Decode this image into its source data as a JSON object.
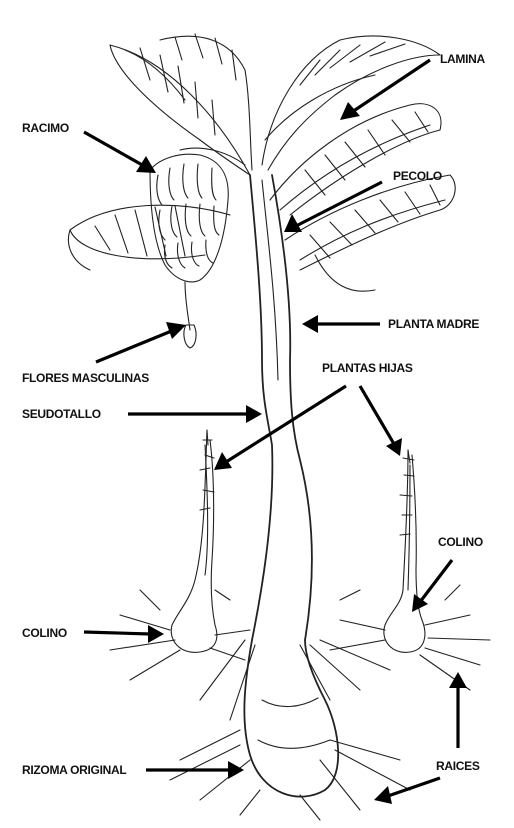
{
  "labels": {
    "lamina": "LAMINA",
    "racimo": "RACIMO",
    "peciolo": "PECOLO",
    "planta_madre": "PLANTA MADRE",
    "flores_masculinas": "FLORES MASCULINAS",
    "plantas_hijas": "PLANTAS HIJAS",
    "seudotallo": "SEUDOTALLO",
    "colino_right": "COLINO",
    "colino_left": "COLINO",
    "rizoma_original": "RIZOMA ORIGINAL",
    "raices": "RAICES"
  },
  "colors": {
    "ink": "#000000",
    "line": "#222222",
    "background": "#ffffff"
  }
}
